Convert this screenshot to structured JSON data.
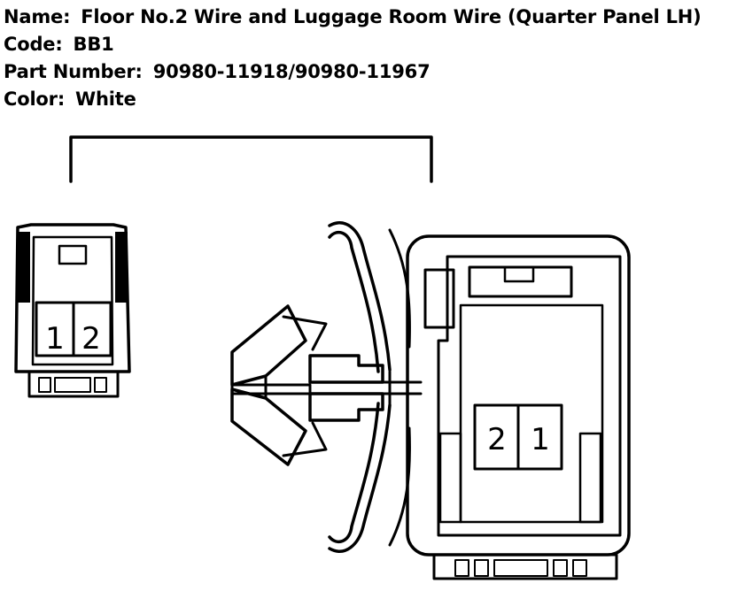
{
  "connector": {
    "name_label": "Name:",
    "name_value": "Floor No.2 Wire and Luggage Room Wire (Quarter Panel LH)",
    "code_label": "Code:",
    "code_value": "BB1",
    "part_label": "Part Number:",
    "part_value": "90980-11918/90980-11967",
    "color_label": "Color:",
    "color_value": "White"
  },
  "left_connector": {
    "pins": [
      "1",
      "2"
    ]
  },
  "right_connector": {
    "pins": [
      "2",
      "1"
    ]
  },
  "colors": {
    "line": "#000000",
    "background": "#ffffff"
  }
}
